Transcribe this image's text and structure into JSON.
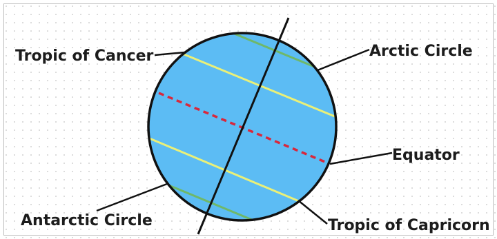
{
  "labels": {
    "tropic_of_cancer": "Tropic of Cancer",
    "arctic_circle": "Arctic Circle",
    "equator": "Equator",
    "antarctic_circle": "Antarctic Circle",
    "tropic_of_capricorn": "Tropic of Capricorn"
  },
  "colors": {
    "globe_fill": "#5cbcf4",
    "globe_outline": "#111111",
    "tropic_lines": "#eaf078",
    "polar_circle_lines": "#6fb86a",
    "equator_line": "#d8283c",
    "axis_line": "#111111",
    "leader_lines": "#111111"
  }
}
